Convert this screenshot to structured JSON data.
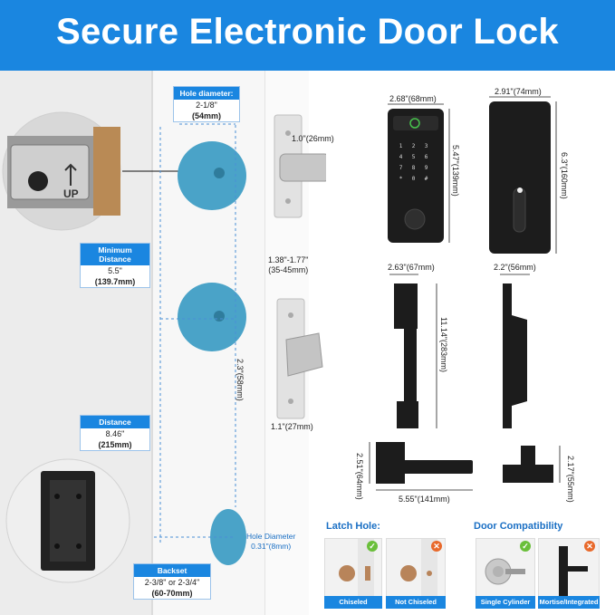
{
  "banner": {
    "title": "Secure Electronic Door Lock"
  },
  "left": {
    "hole_diameter": {
      "head": "Hole diameter:",
      "line1": "2-1/8\"",
      "line2": "(54mm)"
    },
    "min_distance": {
      "head": "Minimum Distance",
      "line1": "5.5\"",
      "line2": "(139.7mm)"
    },
    "distance": {
      "head": "Distance",
      "line1": "8.46\"",
      "line2": "(215mm)"
    },
    "backset": {
      "head": "Backset",
      "line1": "2-3/8\" or 2-3/4\"",
      "line2": "(60-70mm)"
    },
    "hole_diameter_small": {
      "line1": "Hole Diameter",
      "line2": "0.31\"(8mm)"
    },
    "up_label": "UP",
    "strike_dim": "1.0\"(26mm)",
    "jamb_dim_1": "1.38\"-1.77\"",
    "jamb_dim_2": "(35-45mm)",
    "plate_height": "2.3\"(58mm)",
    "plate_width": "1.1\"(27mm)"
  },
  "right": {
    "front_width": "2.68\"(68mm)",
    "front_height": "5.47\"(139mm)",
    "back_width": "2.91\"(74mm)",
    "back_height": "6.3\"(160mm)",
    "handle_width": "2.63\"(67mm)",
    "handle_height": "11.14\"(283mm)",
    "handle_side_width": "2.2\"(56mm)",
    "lever_height": "2.51\"(64mm)",
    "lever_width": "5.55\"(141mm)",
    "lever_side_height": "2.17\"(55mm)",
    "keypad_keys": [
      "1",
      "2",
      "3",
      "4",
      "5",
      "6",
      "7",
      "8",
      "9",
      "*",
      "0",
      "#"
    ]
  },
  "latch": {
    "title": "Latch Hole:",
    "options": [
      {
        "label": "Chiseled",
        "ok": true
      },
      {
        "label": "Not Chiseled",
        "ok": false
      }
    ]
  },
  "compat": {
    "title": "Door Compatibility",
    "options": [
      {
        "label": "Single Cylinder",
        "ok": true
      },
      {
        "label": "Mortise/Integrated",
        "ok": false
      }
    ]
  },
  "colors": {
    "accent": "#1a86e0",
    "ok": "#6abf3a",
    "bad": "#e8692b",
    "hole": "#4aa3c8"
  }
}
